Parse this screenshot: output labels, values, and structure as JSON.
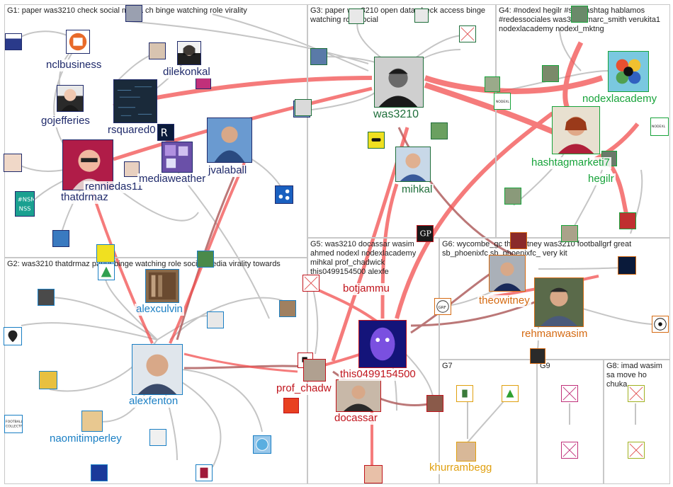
{
  "groups": [
    {
      "id": "G1",
      "caption": "G1: paper was3210 check social media ch binge watching role virality"
    },
    {
      "id": "G2",
      "caption": "G2: was3210 thatdrmaz paper binge watching role social media virality towards"
    },
    {
      "id": "G3",
      "caption": "G3: paper was3210 open data check access binge watching role social"
    },
    {
      "id": "G4",
      "caption": "G4: #nodexl hegilr #seohashtag hablamos #redessociales was3210 marc_smith verukita1 nodexlacademy nodexl_mktng"
    },
    {
      "id": "G5",
      "caption": "G5: was3210 docassar wasim ahmed nodexl nodexlacademy mihkal prof_chadwick this0499154500 alexfe"
    },
    {
      "id": "G6",
      "caption": "G6: wycombe_gc theowitney was3210 footballgrf great sb_phoenixfc sb_phoenixfc_ very kit"
    },
    {
      "id": "G7",
      "caption": "G7"
    },
    {
      "id": "G9",
      "caption": "G9"
    },
    {
      "id": "G8",
      "caption": "G8: imad wasim sa move ho chuka"
    }
  ],
  "labels": {
    "nclbusiness": "nclbusiness",
    "gojefferies": "gojefferies",
    "dilekonkal": "dilekonkal",
    "rsquared0": "rsquared0",
    "jvalaball": "jvalaball",
    "mediaweather": "mediaweather",
    "thatdrmaz": "thatdrmaz",
    "renniedas11": "renniedas11",
    "was3210": "was3210",
    "mihkal": "mihkal",
    "nodexlacademy": "nodexlacademy",
    "hashtagmarketi7": "hashtagmarketi7",
    "hegilr": "hegilr",
    "alexculvin": "alexculvin",
    "alexfenton": "alexfenton",
    "naomitimperley": "naomitimperley",
    "botjammu": "botjammu",
    "this0499154500": "this0499154500",
    "prof_chadw": "prof_chadw",
    "docassar": "docassar",
    "theowitney": "theowitney",
    "rehmanwasim": "rehmanwasim",
    "khurrambegg": "khurrambegg"
  },
  "colors": {
    "g1": "#1f2a6b",
    "g2": "#1a7fc4",
    "g3": "#1e6e3a",
    "g4": "#17a33a",
    "g5": "#c0141c",
    "g6": "#d56a12",
    "g7": "#e0a010",
    "edge_gray": "#bdbdbd",
    "edge_red": "#f04040",
    "edge_brown": "#a05050"
  },
  "icons": {
    "missing_image": "missing-image-icon"
  }
}
